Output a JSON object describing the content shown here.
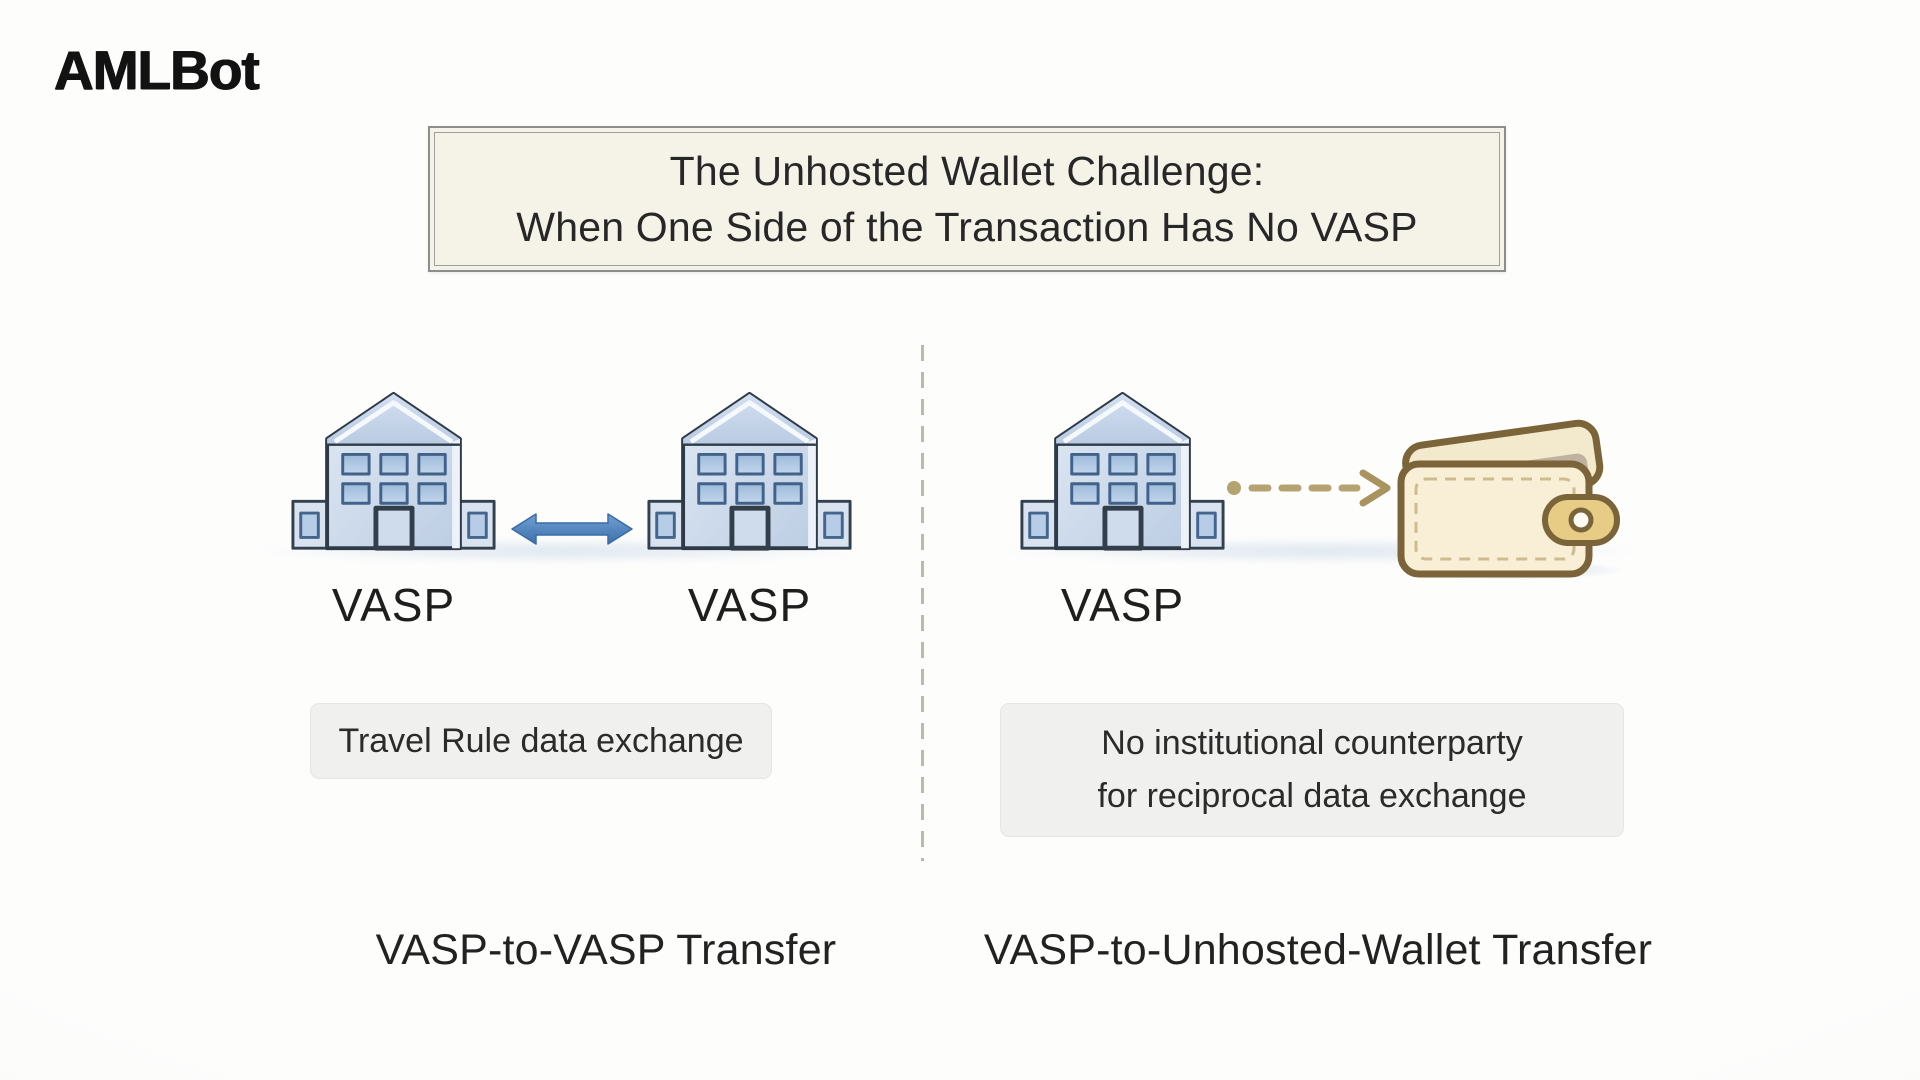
{
  "brand": {
    "logo_text": "AMLBot"
  },
  "title_banner": {
    "line1": "The Unhosted Wallet Challenge:",
    "line2": "When One Side of the Transaction Has No VASP"
  },
  "left_section": {
    "entity_left_label": "VASP",
    "entity_right_label": "VASP",
    "connection_label": "Travel Rule data exchange",
    "caption": "VASP-to-VASP Transfer"
  },
  "right_section": {
    "entity_label": "VASP",
    "connection_label_line1": "No institutional counterparty",
    "connection_label_line2": "for reciprocal data exchange",
    "caption": "VASP-to-Unhosted-Wallet Transfer"
  },
  "icons": {
    "building": "vasp-building-icon",
    "wallet": "unhosted-wallet-icon",
    "double_arrow": "bidirectional-arrow-icon",
    "dashed_arrow": "one-way-dashed-arrow-icon",
    "divider": "section-divider-dashed-line"
  },
  "colors": {
    "background": "#fbfbfa",
    "banner_background": "#f5f2e7",
    "banner_border": "#8d8d8d",
    "building_fill": "#ccdaeb",
    "building_outline": "#2e3a48",
    "window_fill": "#aac6e2",
    "blue_arrow": "#4a7fba",
    "dashed_arrow_tan": "#b3a06e",
    "wallet_body": "#f8efd6",
    "wallet_outline": "#7b6439",
    "wallet_strap": "#e7cc85",
    "label_box_background": "#f0f0ee",
    "divider_dash": "#bdb8ac",
    "text": "#262626"
  }
}
